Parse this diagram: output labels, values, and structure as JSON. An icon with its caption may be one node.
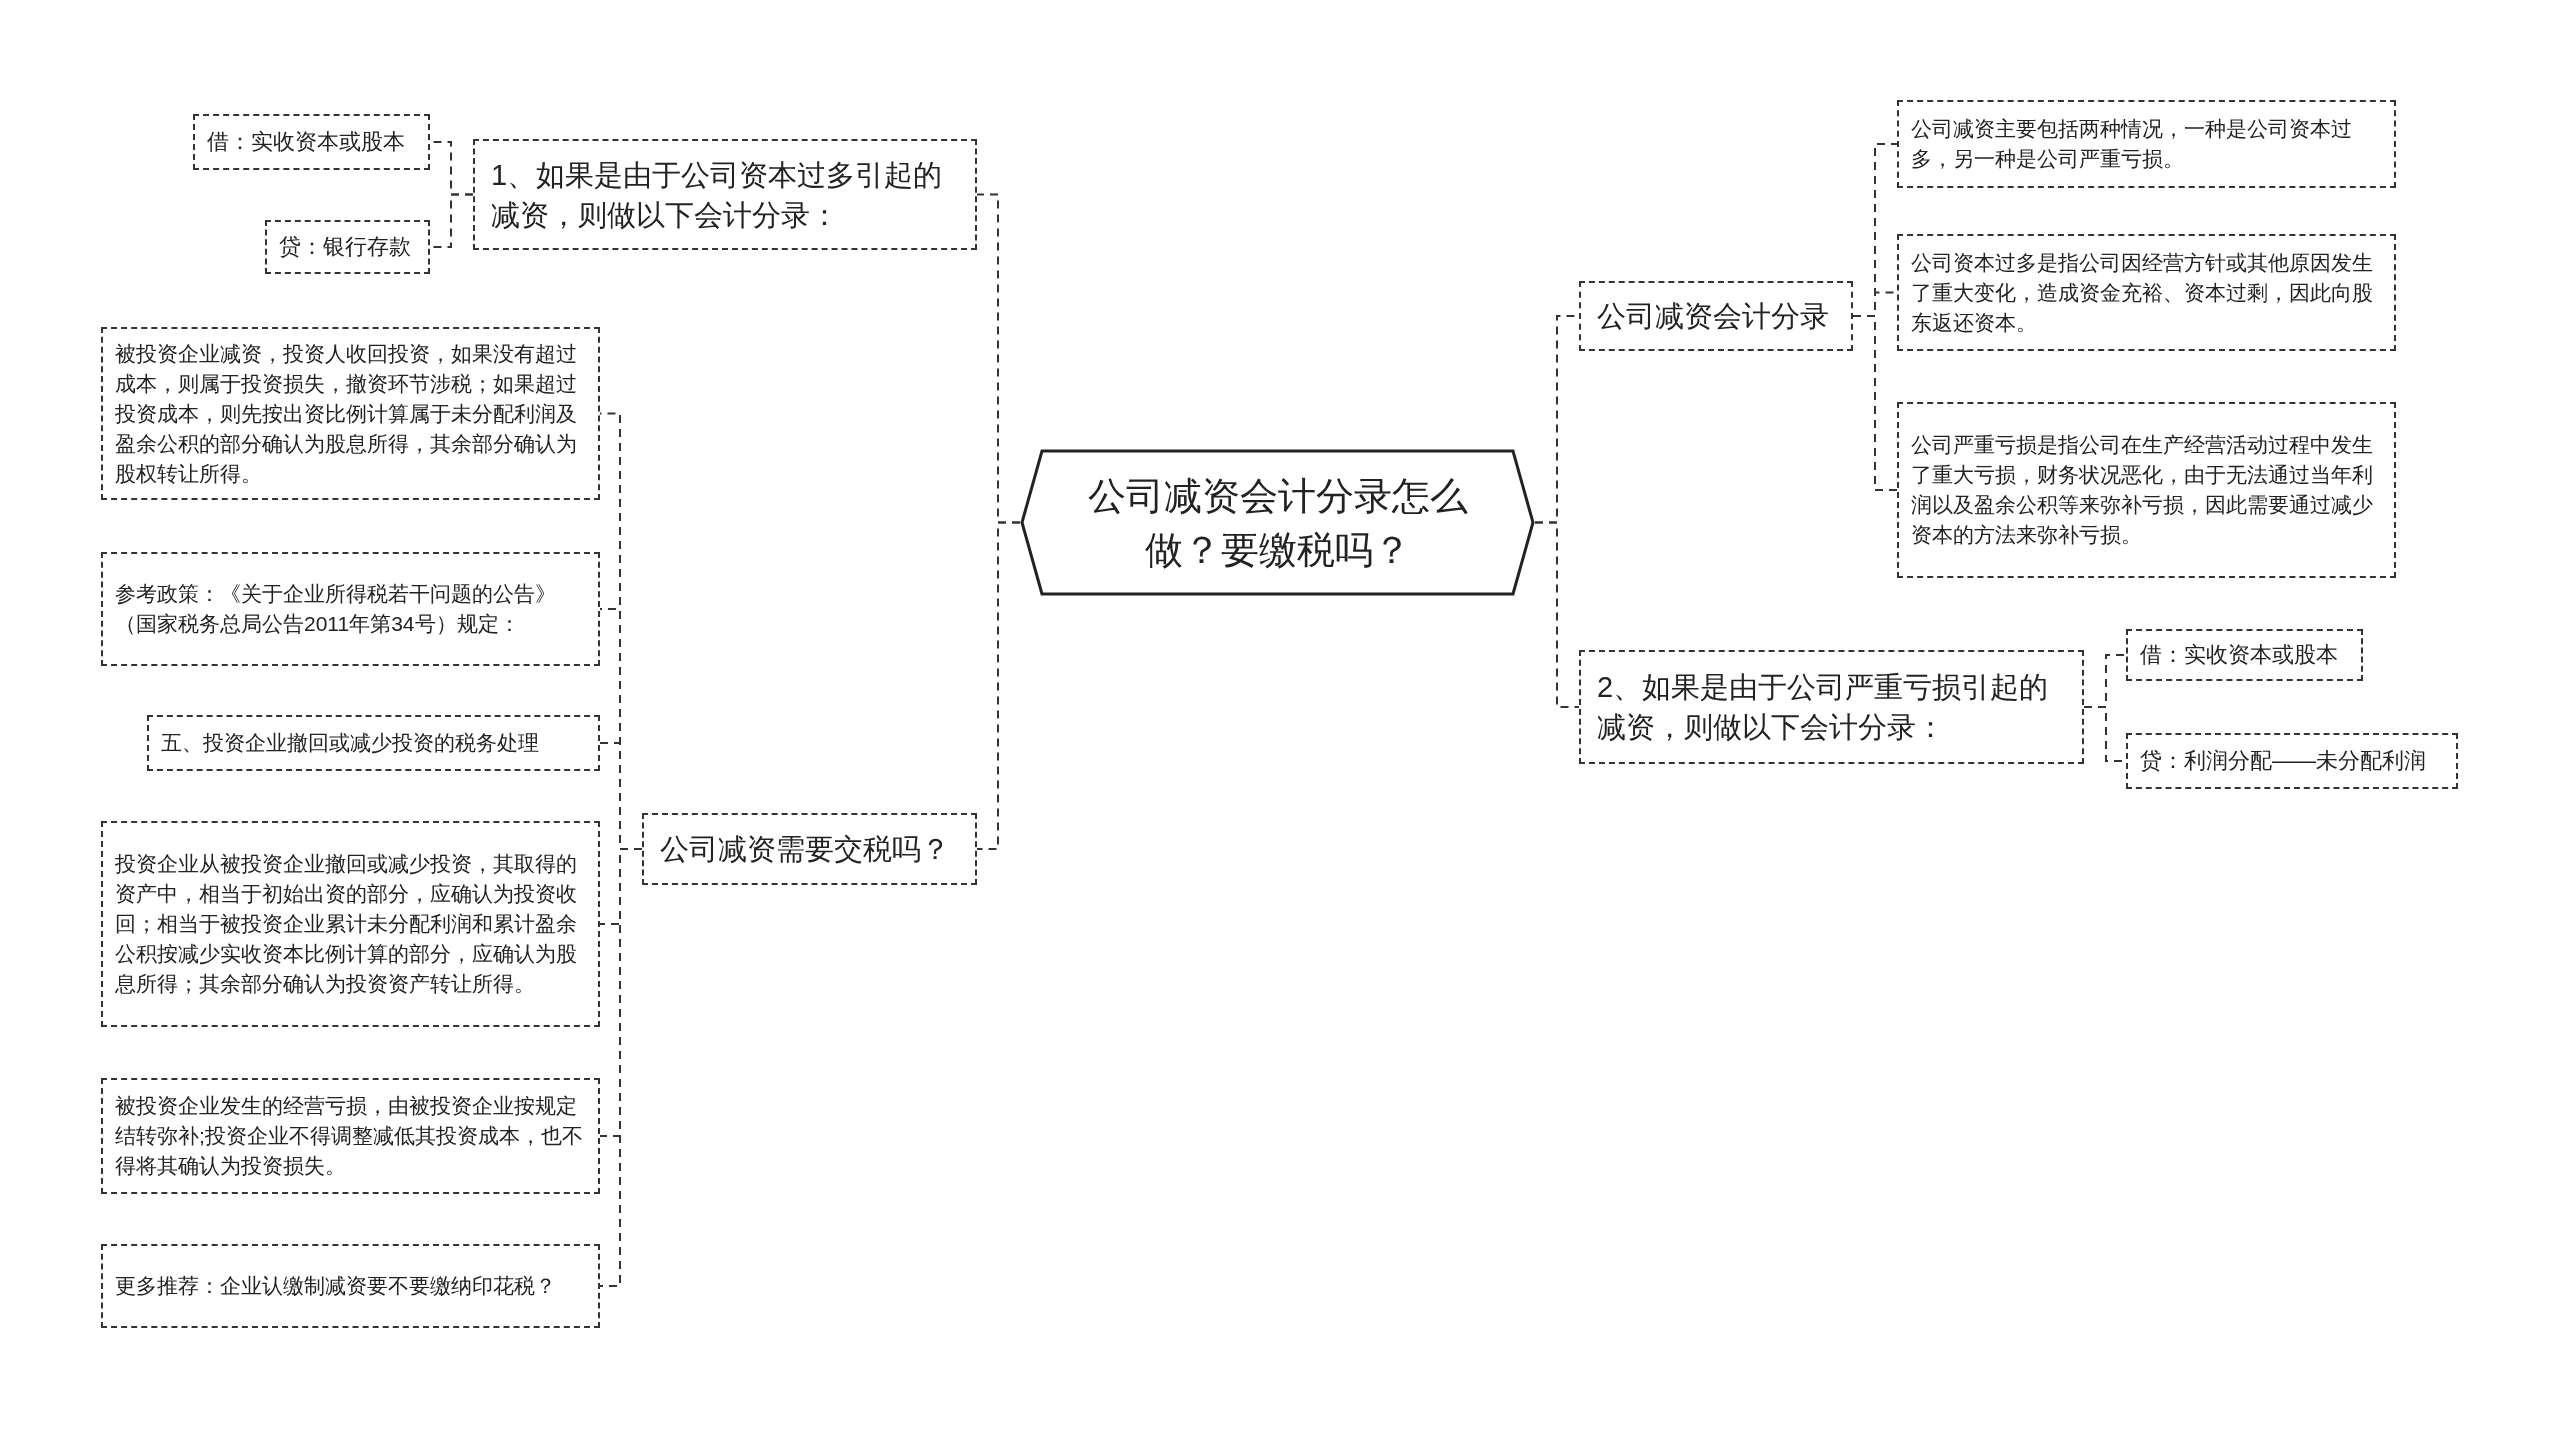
{
  "diagram": {
    "nodes": [
      {
        "text": [
          "公司减资会计分录怎么做？要缴税吗？"
        ]
      },
      {
        "text": [
          "1、如果是由于公司资本过多引起的减资，则做以下会计分录："
        ]
      },
      {
        "text": [
          "借：实收资本或股本"
        ]
      },
      {
        "text": [
          "贷：银行存款"
        ]
      },
      {
        "text": [
          "公司减资需要交税吗？"
        ]
      },
      {
        "text": [
          "被投资企业减资，投资人收回投资，如果没有超过成本，则属于投资损失，撤资环节涉税；如果超过投资成本，则先按出资比例计算属于未分配利润及盈余公积的部分确认为股息所得，其余部分确认为股权转让所得。"
        ]
      },
      {
        "text": [
          "参考政策：《关于企业所得税若干问题的公告》（国家税务总局公告2011年第34号）规定："
        ]
      },
      {
        "text": [
          "五、投资企业撤回或减少投资的税务处理"
        ]
      },
      {
        "text": [
          "投资企业从被投资企业撤回或减少投资，其取得的资产中，相当于初始出资的部分，应确认为投资收回；相当于被投资企业累计未分配利润和累计盈余公积按减少实收资本比例计算的部分，应确认为股息所得；其余部分确认为投资资产转让所得。"
        ]
      },
      {
        "text": [
          "被投资企业发生的经营亏损，由被投资企业按规定结转弥补;投资企业不得调整减低其投资成本，也不得将其确认为投资损失。"
        ]
      },
      {
        "text": [
          "更多推荐：企业认缴制减资要不要缴纳印花税？"
        ]
      },
      {
        "text": [
          "公司减资会计分录"
        ]
      },
      {
        "text": [
          "公司减资主要包括两种情况，一种是公司资本过多，另一种是公司严重亏损。"
        ]
      },
      {
        "text": [
          "公司资本过多是指公司因经营方针或其他原因发生了重大变化，造成资金充裕、资本过剩，因此向股东返还资本。"
        ]
      },
      {
        "text": [
          "公司严重亏损是指公司在生产经营活动过程中发生了重大亏损，财务状况恶化，由于无法通过当年利润以及盈余公积等来弥补亏损，因此需要通过减少资本的方法来弥补亏损。"
        ]
      },
      {
        "text": [
          "2、如果是由于公司严重亏损引起的减资，则做以下会计分录："
        ]
      },
      {
        "text": [
          "借：实收资本或股本"
        ]
      },
      {
        "text": [
          "贷：利润分配——未分配利润"
        ]
      }
    ],
    "edges": [
      {
        "from": 0,
        "to": 1,
        "arrow": "none"
      },
      {
        "from": 1,
        "to": 2,
        "arrow": "none"
      },
      {
        "from": 1,
        "to": 3,
        "arrow": "none"
      },
      {
        "from": 0,
        "to": 4,
        "arrow": "none"
      },
      {
        "from": 4,
        "to": 5,
        "arrow": "none"
      },
      {
        "from": 4,
        "to": 6,
        "arrow": "none"
      },
      {
        "from": 4,
        "to": 7,
        "arrow": "none"
      },
      {
        "from": 4,
        "to": 8,
        "arrow": "none"
      },
      {
        "from": 4,
        "to": 9,
        "arrow": "none"
      },
      {
        "from": 4,
        "to": 10,
        "arrow": "none"
      },
      {
        "from": 0,
        "to": 11,
        "arrow": "none"
      },
      {
        "from": 11,
        "to": 12,
        "arrow": "none"
      },
      {
        "from": 11,
        "to": 13,
        "arrow": "none"
      },
      {
        "from": 11,
        "to": 14,
        "arrow": "none"
      },
      {
        "from": 0,
        "to": 15,
        "arrow": "none"
      },
      {
        "from": 15,
        "to": 16,
        "arrow": "none"
      },
      {
        "from": 15,
        "to": 17,
        "arrow": "none"
      }
    ]
  }
}
